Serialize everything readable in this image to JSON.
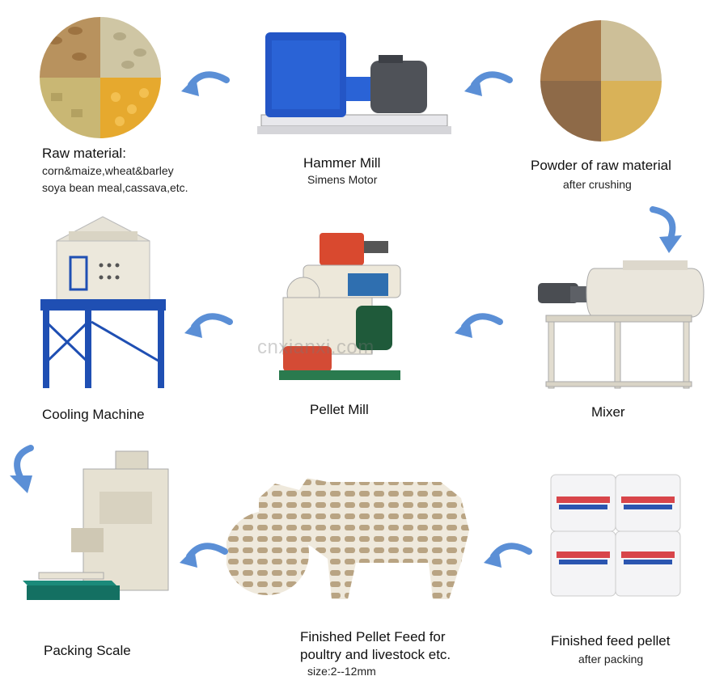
{
  "steps": {
    "raw_material": {
      "title": "Raw material:",
      "line1": "corn&maize,wheat&barley",
      "line2": "soya bean meal,cassava,etc."
    },
    "hammer_mill": {
      "title": "Hammer Mill",
      "sub": "Simens Motor"
    },
    "powder": {
      "title": "Powder of raw material",
      "sub": "after crushing"
    },
    "mixer": {
      "title": "Mixer"
    },
    "pellet_mill": {
      "title": "Pellet Mill"
    },
    "cooling": {
      "title": "Cooling Machine"
    },
    "packing": {
      "title": "Packing Scale"
    },
    "finished_pellet": {
      "line1": "Finished Pellet Feed for",
      "line2": "poultry and livestock etc.",
      "sub": "size:2--12mm"
    },
    "bagged": {
      "title": "Finished feed pellet",
      "sub": "after packing"
    }
  },
  "watermark": "cnxianxi.com",
  "colors": {
    "arrow": "#5b8fd6",
    "machine_blue": "#1f4fb3",
    "machine_cream": "#e9e4d8",
    "pellet_mill_red": "#d44b35"
  }
}
